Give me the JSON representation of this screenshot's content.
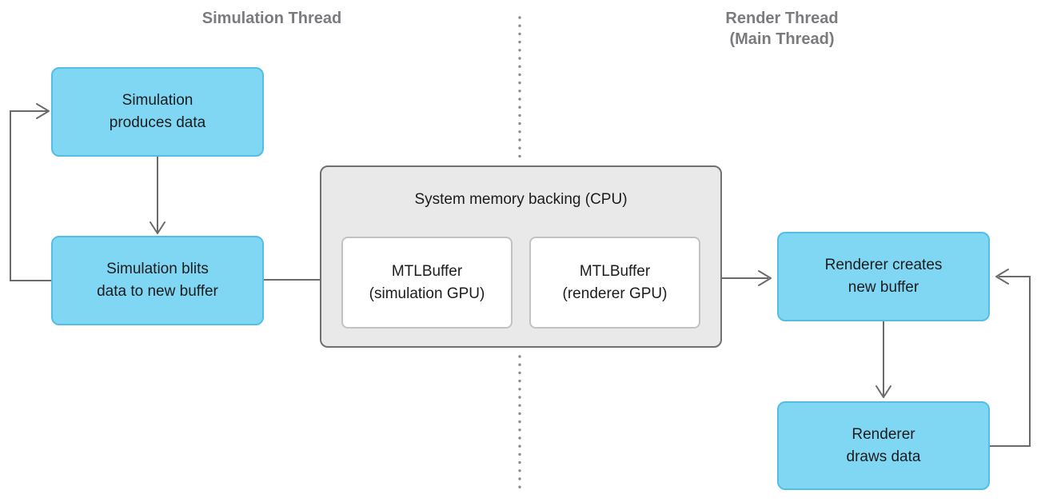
{
  "diagram": {
    "lanes": {
      "simulation": {
        "title": "Simulation Thread"
      },
      "render": {
        "title_line1": "Render Thread",
        "title_line2": "(Main Thread)"
      }
    },
    "nodes": {
      "simulation_produces": {
        "line1": "Simulation",
        "line2": "produces data"
      },
      "simulation_blits": {
        "line1": "Simulation blits",
        "line2": "data to new buffer"
      },
      "system_memory": {
        "title": "System memory backing (CPU)"
      },
      "mtlbuffer_simulation": {
        "line1": "MTLBuffer",
        "line2": "(simulation GPU)"
      },
      "mtlbuffer_renderer": {
        "line1": "MTLBuffer",
        "line2": "(renderer GPU)"
      },
      "renderer_creates": {
        "line1": "Renderer creates",
        "line2": "new buffer"
      },
      "renderer_draws": {
        "line1": "Renderer",
        "line2": "draws data"
      }
    },
    "colors": {
      "node_fill": "#80D7F3",
      "node_border": "#52BEE4",
      "container_fill": "#E9E9E9",
      "container_border": "#707070",
      "inner_box_fill": "#FFFFFF",
      "inner_box_border": "#C2C2C2",
      "arrow": "#6A6A6A",
      "divider_dots": "#8C8C90",
      "lane_title_text": "#7B7B7F",
      "node_text": "#1C1C1E"
    }
  }
}
